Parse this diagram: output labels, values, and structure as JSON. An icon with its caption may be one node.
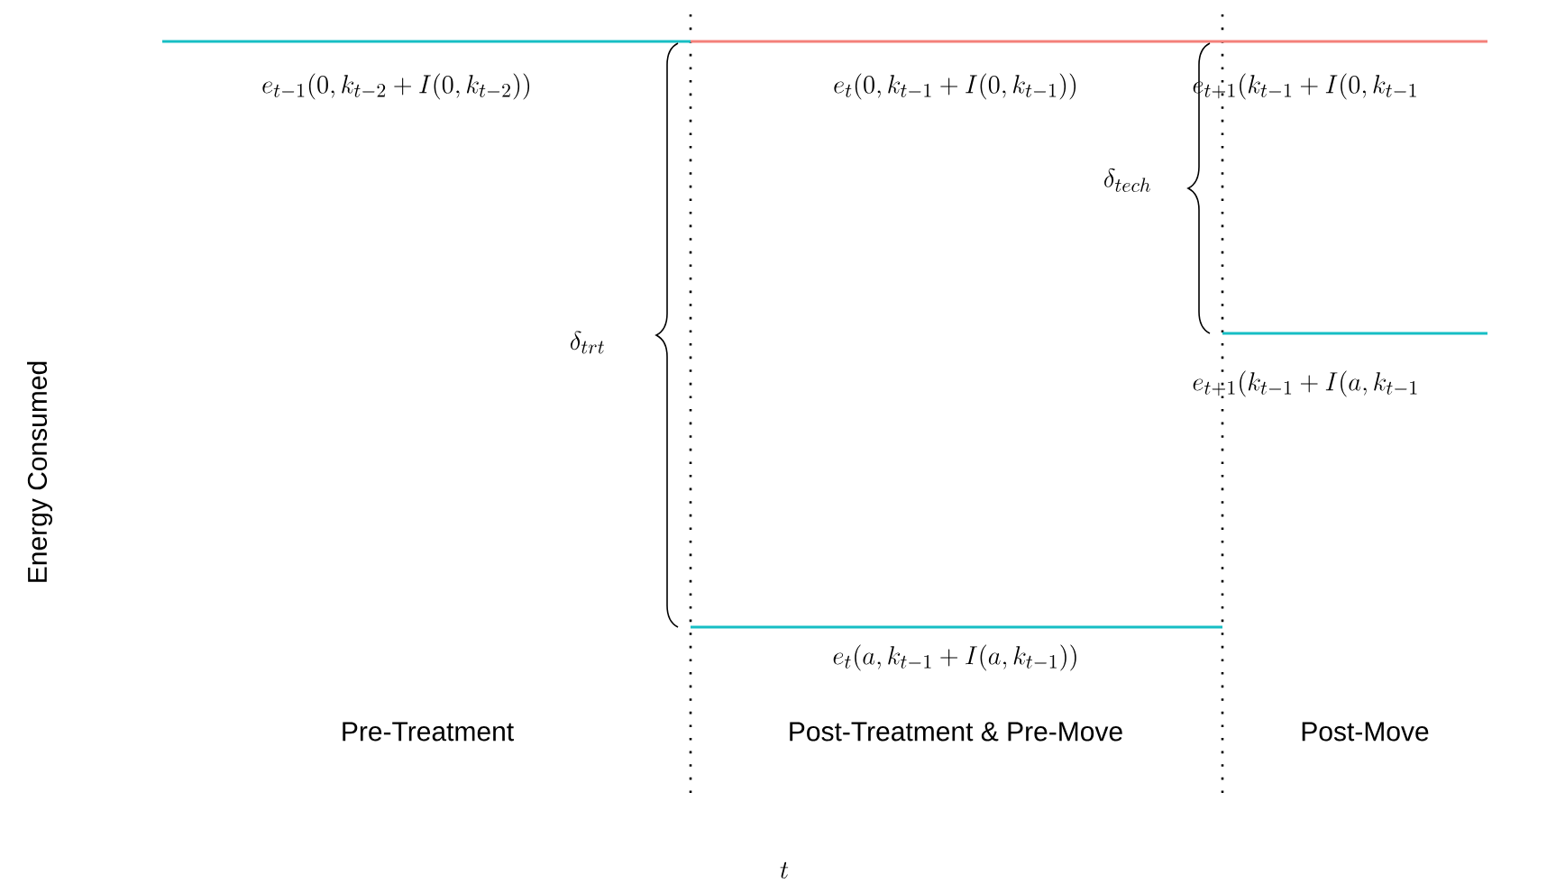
{
  "diagram": {
    "labels": [
      "e_{t-1}(0, k_{t-2} + I(0, k_{t-2}))",
      "e_t(0, k_{t-1} + I(0, k_{t-1}))",
      "e_{t+1}(k_{t-1} + I(0, k_{t-1}",
      "\\delta_{tech}",
      "\\delta_{trt}",
      "e_{t+1}(k_{t-1} + I(a, k_{t-1}",
      "e_t(a, k_{t-1} + I(a, k_{t-1}))",
      "Pre-Treatment",
      "Post-Treatment & Pre-Move",
      "Post-Move",
      "t",
      "Energy Consumed"
    ]
  }
}
